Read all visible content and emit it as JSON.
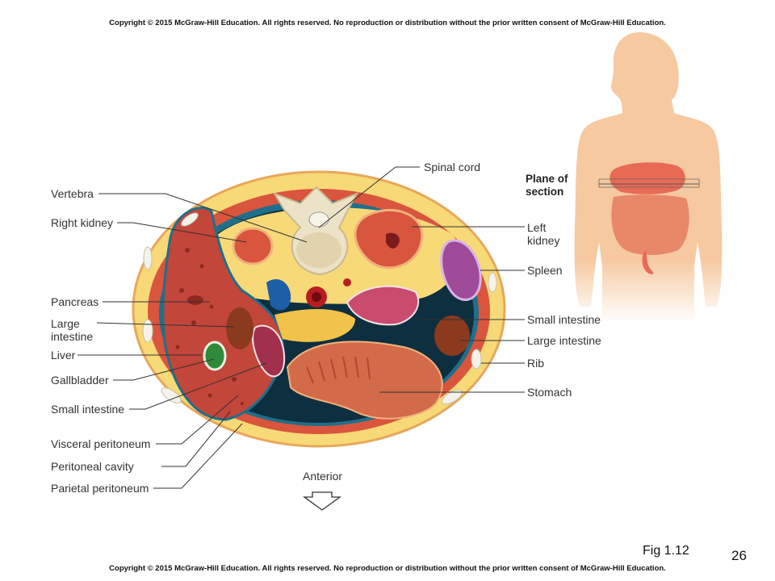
{
  "copyright_top": "Copyright © 2015 McGraw-Hill Education. All rights reserved. No reproduction or distribution without the prior written consent of McGraw-Hill Education.",
  "copyright_bottom": "Copyright © 2015 McGraw-Hill Education. All rights reserved. No reproduction or distribution without the prior written consent of McGraw-Hill Education.",
  "labels": {
    "spinal_cord": "Spinal cord",
    "vertebra": "Vertebra",
    "right_kidney": "Right kidney",
    "pancreas": "Pancreas",
    "large_intestine_left": "Large intestine",
    "liver": "Liver",
    "gallbladder": "Gallbladder",
    "small_intestine_left": "Small intestine",
    "visceral_peritoneum": "Visceral peritoneum",
    "peritoneal_cavity": "Peritoneal cavity",
    "parietal_peritoneum": "Parietal peritoneum",
    "anterior": "Anterior",
    "plane_of_section": "Plane of section",
    "left_kidney": "Left kidney",
    "spleen": "Spleen",
    "small_intestine_right": "Small intestine",
    "large_intestine_right": "Large intestine",
    "rib": "Rib",
    "stomach": "Stomach"
  },
  "fig_label": "Fig 1.12",
  "page_number": "26",
  "colors": {
    "fat": "#f7d977",
    "muscle": "#d9553d",
    "liver": "#c2463a",
    "skin": "#f6c9a0",
    "peritoneum": "#1f6f8b",
    "cavity": "#0e2f3f",
    "spleen": "#a04a9a",
    "bone": "#ece2c8"
  }
}
